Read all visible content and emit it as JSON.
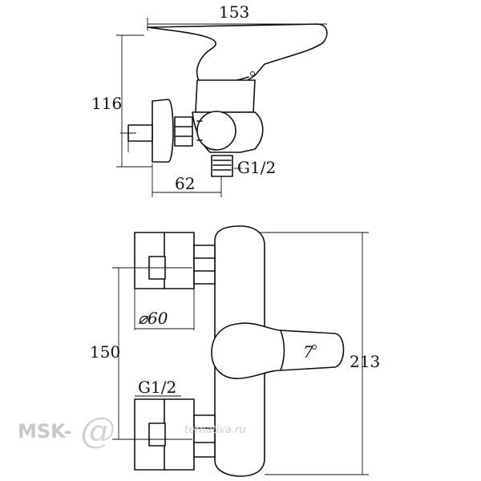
{
  "side_view": {
    "dim_width": "153",
    "dim_height": "116",
    "dim_depth": "62",
    "dim_thread": "G1/2"
  },
  "front_view": {
    "dim_height": "213",
    "dim_spacing": "150",
    "dim_diameter": "⌀60",
    "dim_thread": "G1/2",
    "handle_mark": "7"
  },
  "watermark": {
    "brand": "MSK-",
    "domain": "ternativa.ru"
  }
}
